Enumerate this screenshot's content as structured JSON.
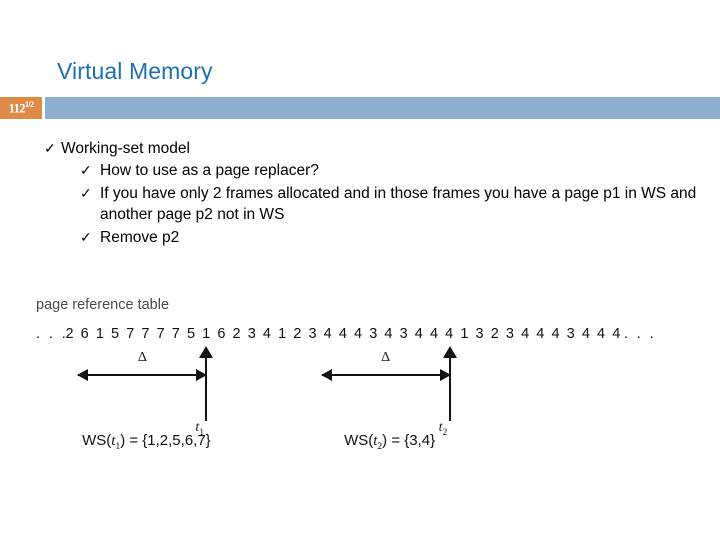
{
  "slide": {
    "title": "Virtual Memory"
  },
  "branding": {
    "logo_text": "112",
    "logo_sub": "1/2",
    "logo_bg": "#E08A47",
    "band_color": "#8CAFD0",
    "title_color": "#1F6FAE"
  },
  "bullets": {
    "check_glyph": "✓",
    "items": [
      {
        "level": 1,
        "text": "Working-set model"
      },
      {
        "level": 2,
        "text": "How to use as a page replacer?"
      },
      {
        "level": 2,
        "text": "If you have only 2 frames allocated and in those frames you have a page p1 in WS and another page p2 not in WS"
      },
      {
        "level": 2,
        "text": "Remove p2"
      }
    ]
  },
  "figure": {
    "caption": "page reference table",
    "leading_ellipsis": ". . .",
    "trailing_ellipsis": ". . .",
    "reference_string": [
      2,
      6,
      1,
      5,
      7,
      7,
      7,
      7,
      5,
      1,
      6,
      2,
      3,
      4,
      1,
      2,
      3,
      4,
      4,
      4,
      3,
      4,
      3,
      4,
      4,
      4,
      1,
      3,
      2,
      3,
      4,
      4,
      4,
      3,
      4,
      4,
      4
    ],
    "markers": [
      {
        "label": "t",
        "subscript": "1",
        "index": 9,
        "delta_symbol": "Δ"
      },
      {
        "label": "t",
        "subscript": "2",
        "index": 25,
        "delta_symbol": "Δ"
      }
    ],
    "working_sets": [
      {
        "prefix": "WS(",
        "var": "t",
        "sub": "1",
        "suffix": ") = {1,2,5,6,7}"
      },
      {
        "prefix": "WS(",
        "var": "t",
        "sub": "2",
        "suffix": ") = {3,4}"
      }
    ]
  }
}
